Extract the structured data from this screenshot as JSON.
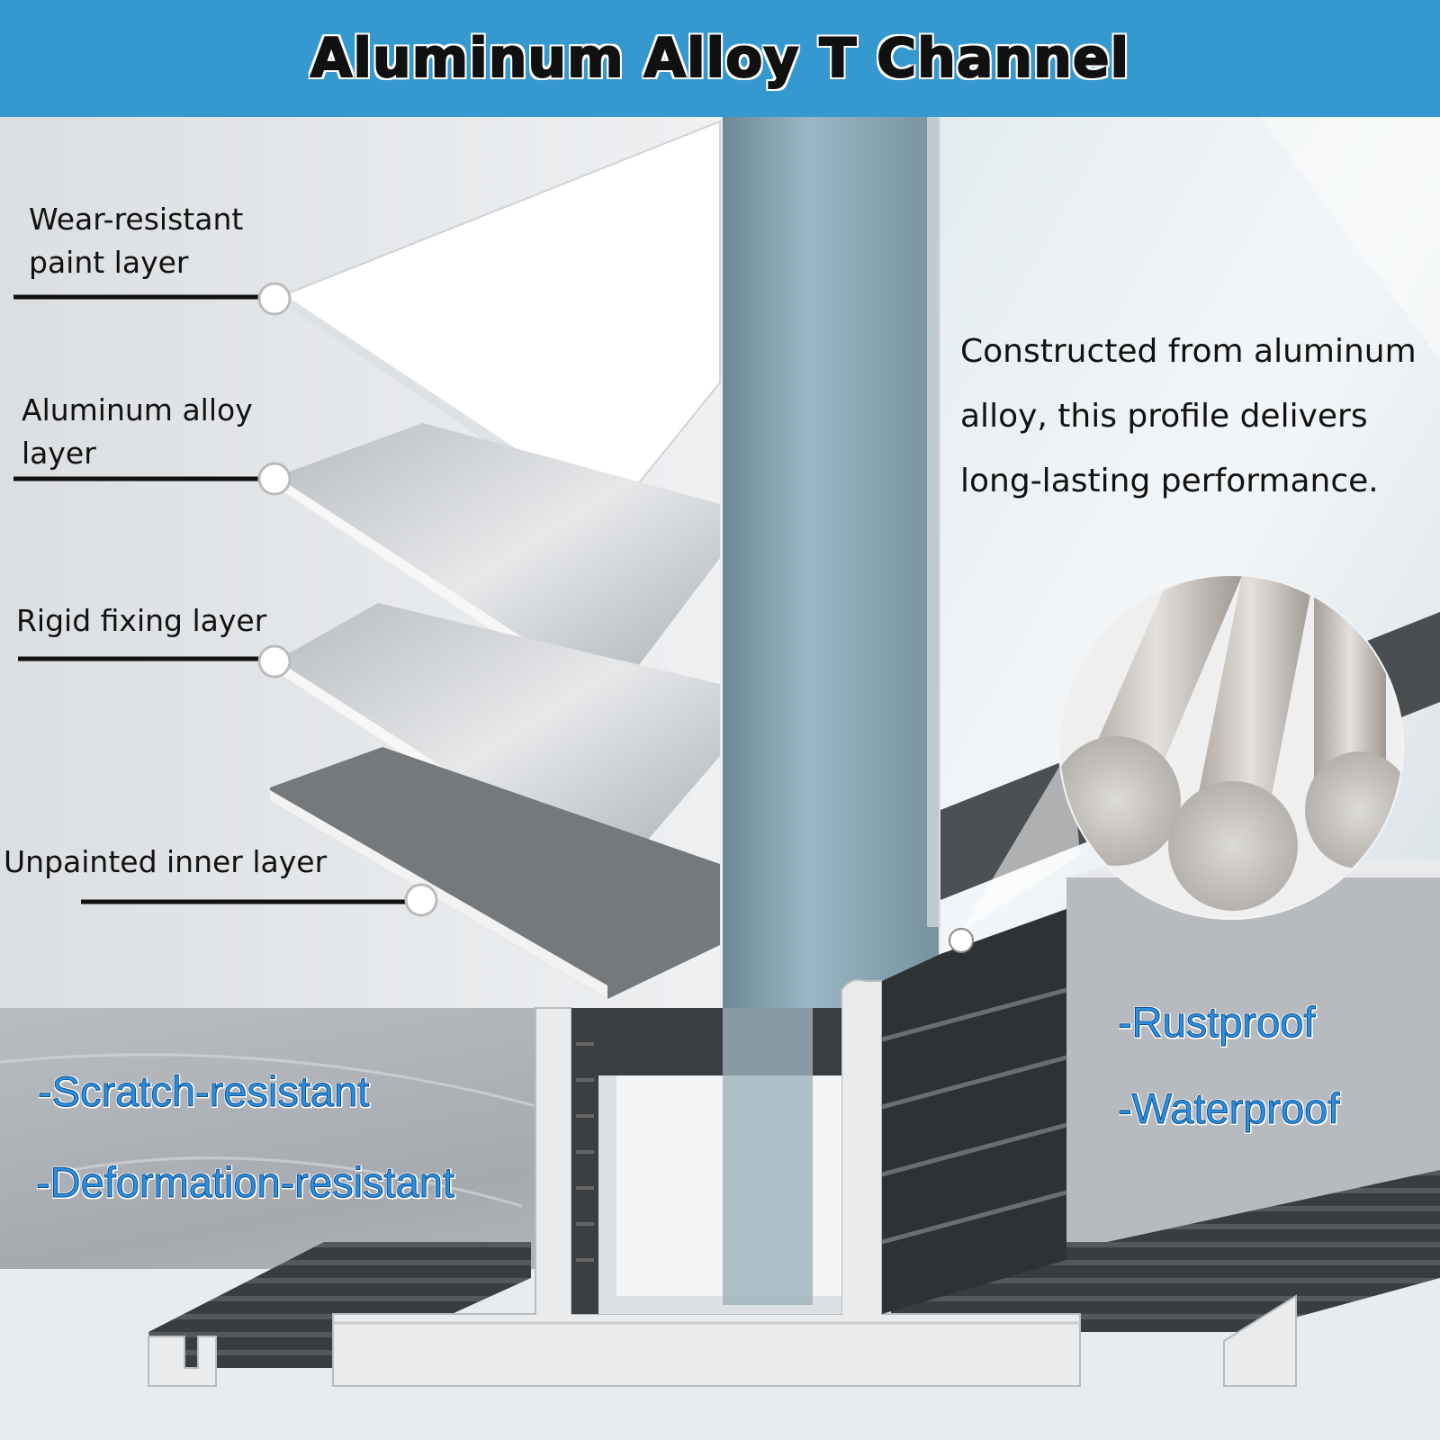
{
  "header": {
    "title": "Aluminum Alloy T Channel"
  },
  "layers": [
    {
      "label_lines": [
        "Wear-resistant",
        "paint layer"
      ]
    },
    {
      "label_lines": [
        "Aluminum alloy",
        "layer"
      ]
    },
    {
      "label_lines": [
        "Rigid fixing layer"
      ]
    },
    {
      "label_lines": [
        "Unpainted inner layer"
      ]
    }
  ],
  "description": {
    "lines": [
      "Constructed from aluminum",
      "alloy, this profile delivers",
      "long-lasting performance."
    ]
  },
  "features": {
    "left": [
      "-Scratch-resistant",
      "-Deformation-resistant"
    ],
    "right": [
      "-Rustproof",
      "-Waterproof"
    ]
  },
  "colors": {
    "header_bg": "#3598cf",
    "feature_text": "#2d8fe0",
    "channel_dark": "#2e3134",
    "glass": "#7a98a6"
  }
}
